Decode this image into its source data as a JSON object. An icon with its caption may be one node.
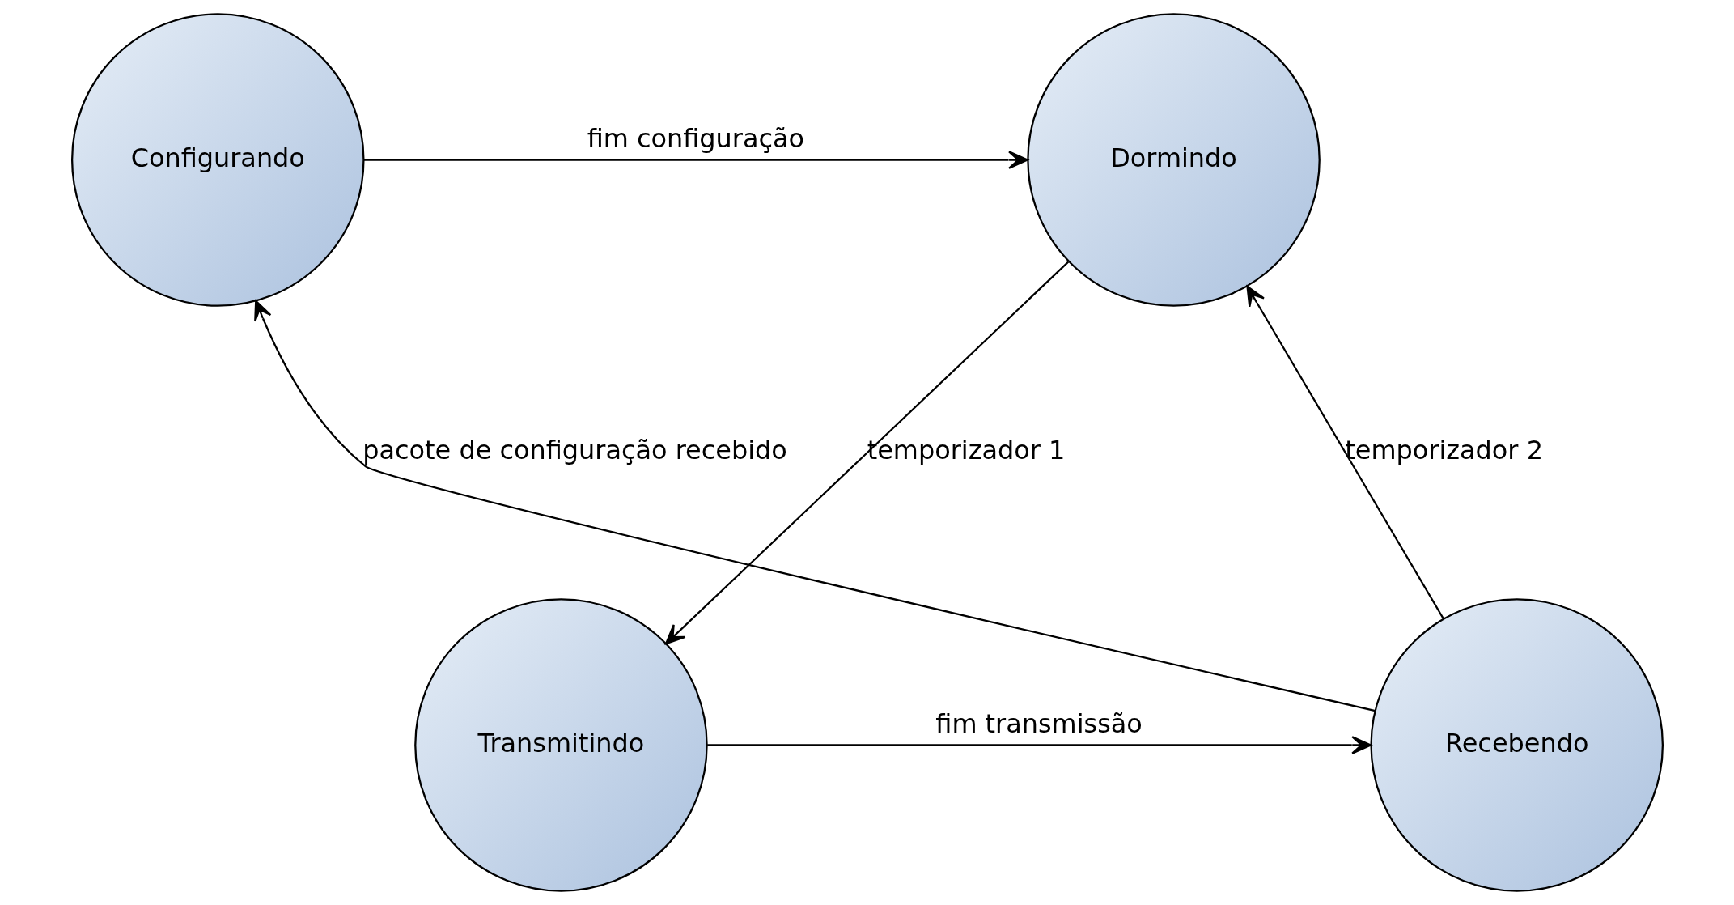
{
  "diagram": {
    "nodes": [
      {
        "text": [
          "Dormindo"
        ]
      },
      {
        "text": [
          "Configurando"
        ]
      },
      {
        "text": [
          "Transmitindo"
        ]
      },
      {
        "text": [
          "Recebendo"
        ]
      }
    ],
    "edges": [
      {
        "from": 1,
        "to": 0,
        "arrow": "to",
        "label": "fim configuração"
      },
      {
        "from": 0,
        "to": 2,
        "arrow": "to",
        "label": "temporizador 1"
      },
      {
        "from": 2,
        "to": 3,
        "arrow": "to",
        "label": "fim transmissão"
      },
      {
        "from": 3,
        "to": 1,
        "arrow": "to",
        "label": "pacote de configuração recebido"
      },
      {
        "from": 3,
        "to": 0,
        "arrow": "to",
        "label": "temporizador 2"
      }
    ]
  }
}
